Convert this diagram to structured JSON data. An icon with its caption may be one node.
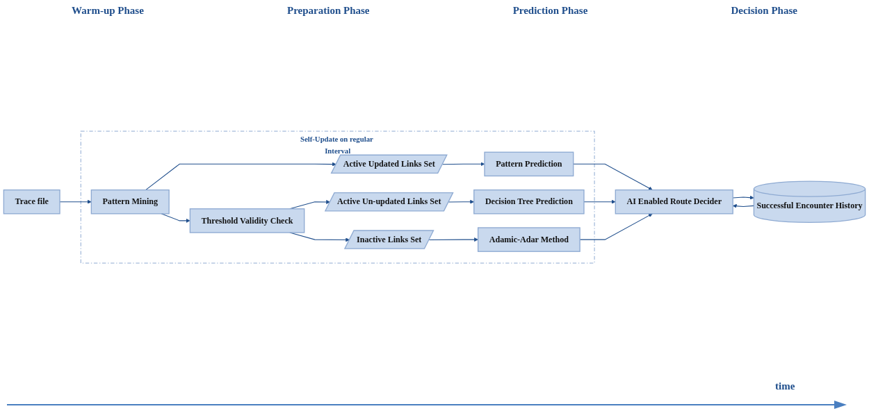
{
  "diagram": {
    "nodes": [
      {
        "text": [
          "Trace file"
        ]
      },
      {
        "text": [
          "Self-Update on regular Interval"
        ]
      },
      {
        "text": [
          "Pattern Mining"
        ],
        "in": 1
      },
      {
        "text": [
          "Threshold Validity Check"
        ],
        "in": 1
      },
      {
        "text": [
          "Active Updated Links Set"
        ],
        "in": 1
      },
      {
        "text": [
          "Active Un-updated Links Set"
        ],
        "in": 1
      },
      {
        "text": [
          "Inactive Links Set"
        ],
        "in": 1
      },
      {
        "text": [
          "Pattern Prediction"
        ],
        "in": 1
      },
      {
        "text": [
          "Decision Tree Prediction"
        ],
        "in": 1
      },
      {
        "text": [
          "Adamic-Adar Method"
        ],
        "in": 1
      },
      {
        "text": [
          "AI Enabled Route Decider"
        ]
      },
      {
        "text": [
          "Successful Encounter History"
        ]
      }
    ],
    "edges": [
      {
        "from": 0,
        "to": 2,
        "arrow": "to"
      },
      {
        "from": 2,
        "to": 4,
        "arrow": "to"
      },
      {
        "from": 2,
        "to": 3,
        "arrow": "to"
      },
      {
        "from": 3,
        "to": 5,
        "arrow": "to"
      },
      {
        "from": 3,
        "to": 6,
        "arrow": "to"
      },
      {
        "from": 4,
        "to": 7,
        "arrow": "to"
      },
      {
        "from": 5,
        "to": 8,
        "arrow": "to"
      },
      {
        "from": 6,
        "to": 9,
        "arrow": "to"
      },
      {
        "from": 7,
        "to": 10,
        "arrow": "to"
      },
      {
        "from": 8,
        "to": 10,
        "arrow": "to"
      },
      {
        "from": 9,
        "to": 10,
        "arrow": "to"
      },
      {
        "from": 11,
        "to": 10,
        "arrow": "to"
      },
      {
        "from": 10,
        "to": 11,
        "arrow": "to"
      }
    ],
    "labels": [
      "Warm-up Phase",
      "Preparation Phase",
      "Prediction Phase",
      "Decision Phase",
      "time"
    ]
  }
}
